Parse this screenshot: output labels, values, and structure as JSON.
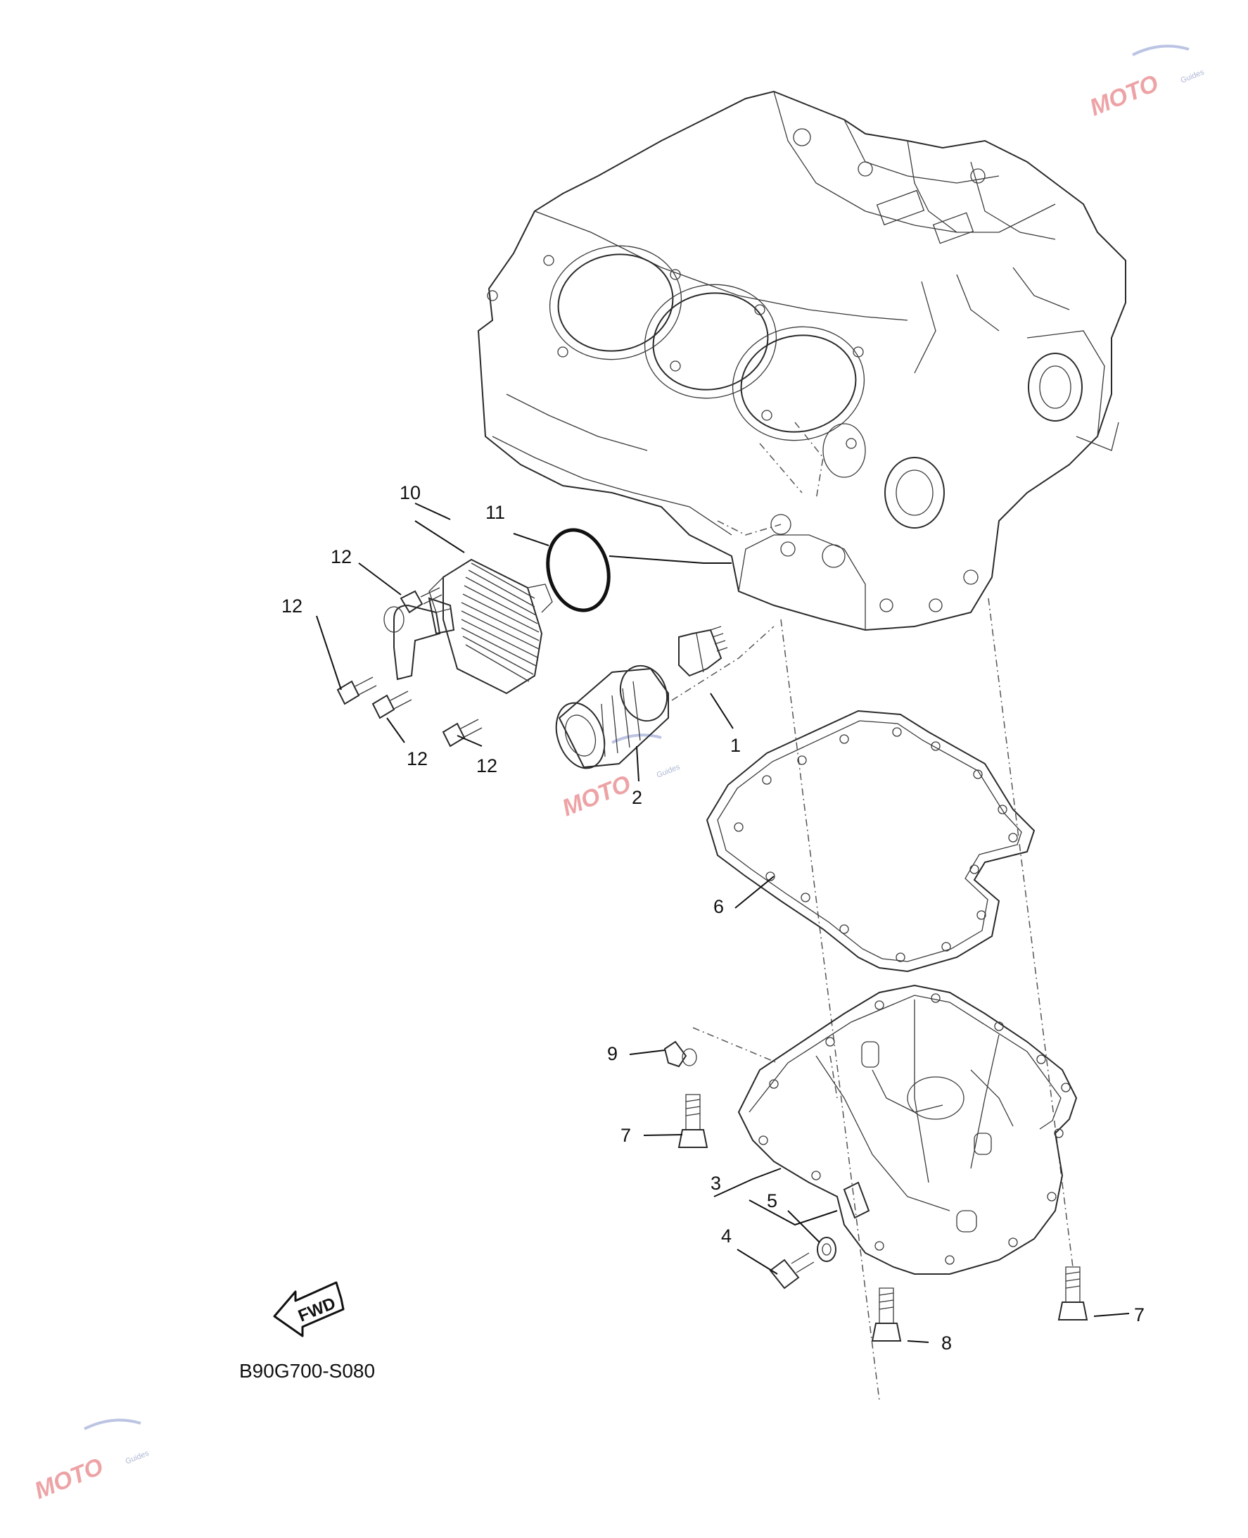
{
  "diagram_code": "B90G700-S080",
  "fwd_label": "FWD",
  "watermark": {
    "mark": "MOTO",
    "sub": "Guides"
  },
  "callouts": [
    {
      "id": "c1",
      "label": "1"
    },
    {
      "id": "c2",
      "label": "2"
    },
    {
      "id": "c3",
      "label": "3"
    },
    {
      "id": "c4",
      "label": "4"
    },
    {
      "id": "c5",
      "label": "5"
    },
    {
      "id": "c6",
      "label": "6"
    },
    {
      "id": "c7a",
      "label": "7"
    },
    {
      "id": "c7b",
      "label": "7"
    },
    {
      "id": "c8",
      "label": "8"
    },
    {
      "id": "c9",
      "label": "9"
    },
    {
      "id": "c10",
      "label": "10"
    },
    {
      "id": "c11",
      "label": "11"
    },
    {
      "id": "c12a",
      "label": "12"
    },
    {
      "id": "c12b",
      "label": "12"
    },
    {
      "id": "c12c",
      "label": "12"
    },
    {
      "id": "c12d",
      "label": "12"
    }
  ]
}
